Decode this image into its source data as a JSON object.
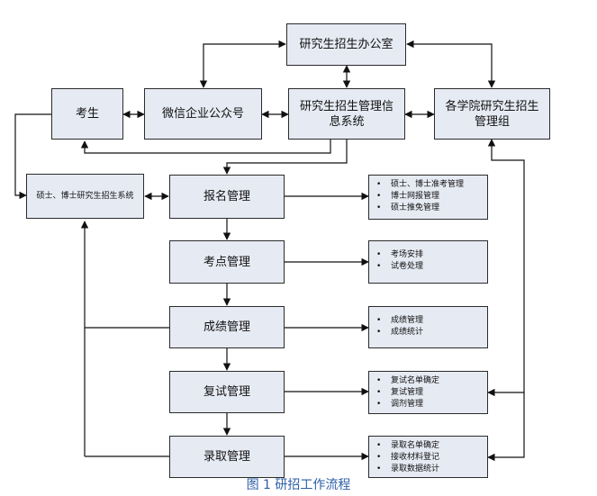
{
  "boxes": {
    "office": "研究生招生办公室",
    "candidate": "考生",
    "wechat": "微信企业公众号",
    "mis": "研究生招生管理信息系统",
    "colleges": "各学院研究生招生管理组",
    "enroll_system": "硕士、博士研究生招生系统"
  },
  "stages": [
    {
      "label": "报名管理",
      "items": [
        "硕士、博士准考管理",
        "博士网报管理",
        "硕士推免管理"
      ]
    },
    {
      "label": "考点管理",
      "items": [
        "考场安排",
        "试卷处理"
      ]
    },
    {
      "label": "成绩管理",
      "items": [
        "成绩管理",
        "成绩统计"
      ]
    },
    {
      "label": "复试管理",
      "items": [
        "复试名单确定",
        "复试管理",
        "调剂管理"
      ]
    },
    {
      "label": "录取管理",
      "items": [
        "录取名单确定",
        "接收材料登记",
        "录取数据统计"
      ]
    }
  ],
  "caption": "图 1 研招工作流程"
}
